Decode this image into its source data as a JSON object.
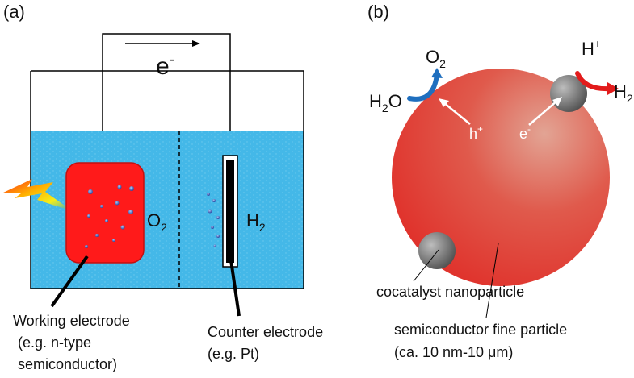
{
  "panel_a": {
    "panel_label": "(a)",
    "electron_label": "e",
    "electron_sup": "-",
    "o2_main": "O",
    "o2_sub": "2",
    "h2_main": "H",
    "h2_sub": "2",
    "working_electrode_line1": "Working electrode",
    "working_electrode_line2": "(e.g. n-type",
    "working_electrode_line3": "semiconductor)",
    "counter_electrode_line1": "Counter electrode",
    "counter_electrode_line2": "(e.g. Pt)"
  },
  "panel_b": {
    "panel_label": "(b)",
    "o2_main": "O",
    "o2_sub": "2",
    "h2o_main1": "H",
    "h2o_sub": "2",
    "h2o_main2": "O",
    "hplus_main": "H",
    "hplus_sup": "+",
    "h2_main": "H",
    "h2_sub": "2",
    "hole_main": "h",
    "hole_sup": "+",
    "electron_main": "e",
    "electron_sup": "-",
    "cocatalyst_label": "cocatalyst nanoparticle",
    "particle_label_line1": "semiconductor fine particle",
    "particle_label_line2": "(ca. 10 nm-10 μm)"
  },
  "colors": {
    "water": "#3fb6e6",
    "electrode_red": "#ff1a1a",
    "particle_red": "#e0483f",
    "oxidation_arrow": "#1f6fbf",
    "reduction_arrow": "#e21b1b",
    "cocatalyst_gray": "#7a7a7a"
  }
}
